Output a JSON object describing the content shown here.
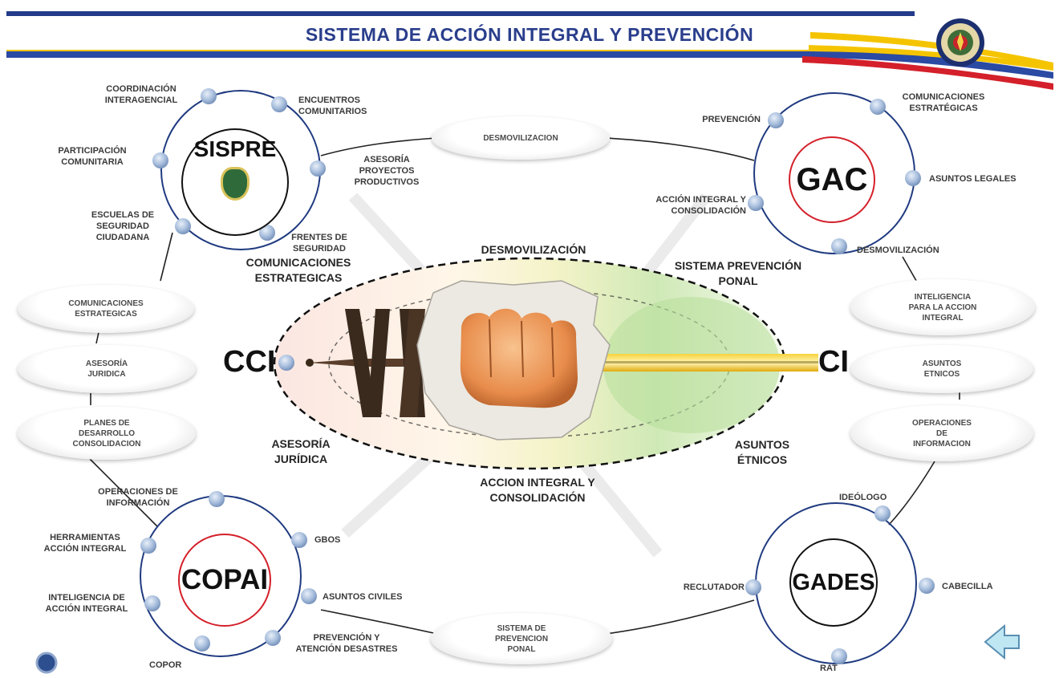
{
  "header": {
    "title": "SISTEMA  DE ACCIÓN INTEGRAL Y PREVENCIÓN",
    "colors": {
      "yellow": "#f5c400",
      "blue": "#1c3f94",
      "red": "#d4202a",
      "title": "#2a3e8c"
    }
  },
  "hubs": {
    "sispre": "SISPRE",
    "gac": "GAC",
    "copai": "COPAI",
    "gades": "GADES"
  },
  "sispre_nodes": {
    "coordinacion": "COORDINACIÓN\nINTERAGENCIAL",
    "encuentros": "ENCUENTROS\nCOMUNITARIOS",
    "participacion": "PARTICIPACIÓN\nCOMUNITARIA",
    "asesoria": "ASESORÍA\nPROYECTOS\nPRODUCTIVOS",
    "escuelas": "ESCUELAS DE\nSEGURIDAD\nCIUDADANA",
    "frentes": "FRENTES DE\nSEGURIDAD"
  },
  "gac_nodes": {
    "prevencion": "PREVENCIÓN",
    "comunicaciones": "COMUNICACIONES\nESTRATÉGICAS",
    "legales": "ASUNTOS LEGALES",
    "accion": "ACCIÓN INTEGRAL Y\nCONSOLIDACIÓN",
    "desmovilizacion": "DESMOVILIZACIÓN"
  },
  "copai_nodes": {
    "operaciones": "OPERACIONES DE\nINFORMACIÓN",
    "gbos": "GBOS",
    "herramientas": "HERRAMIENTAS\nACCIÓN INTEGRAL",
    "asuntos_civiles": "ASUNTOS CIVILES",
    "inteligencia": "INTELIGENCIA DE\nACCIÓN INTEGRAL",
    "prevencion": "PREVENCIÓN Y\nATENCIÓN DESASTRES",
    "copor": "COPOR"
  },
  "gades_nodes": {
    "ideologo": "IDEÓLOGO",
    "reclutador": "RECLUTADOR",
    "cabecilla": "CABECILLA",
    "rat": "RAT"
  },
  "pills": {
    "desmovilizacion": "DESMOVILIZACION",
    "comunicaciones": "COMUNICACIONES\nESTRATEGICAS",
    "asesoria": "ASESORÍA\nJURIDICA",
    "planes": "PLANES DE\nDESARROLLO\nCONSOLIDACION",
    "inteligencia": "INTELIGENCIA\nPARA LA ACCION\nINTEGRAL",
    "etnicos": "ASUNTOS\nETNICOS",
    "operaciones": "OPERACIONES\nDE\nINFORMACION",
    "sistema": "SISTEMA DE\nPREVENCION\nPONAL"
  },
  "center": {
    "desmovilizacion": "DESMOVILIZACIÓN",
    "comunicaciones": "COMUNICACIONES\nESTRATEGICAS",
    "sistema": "SISTEMA PREVENCIÓN\nPONAL",
    "asesoria": "ASESORÍA\nJURÍDICA",
    "asuntos": "ASUNTOS\nÉTNICOS",
    "accion": "ACCION INTEGRAL Y\nCONSOLIDACIÓN",
    "cci_left": "CCI",
    "cci_right": "CI"
  },
  "nav": {
    "back_icon": "arrow-left-icon",
    "dot_icon": "bullet-dot-icon"
  }
}
